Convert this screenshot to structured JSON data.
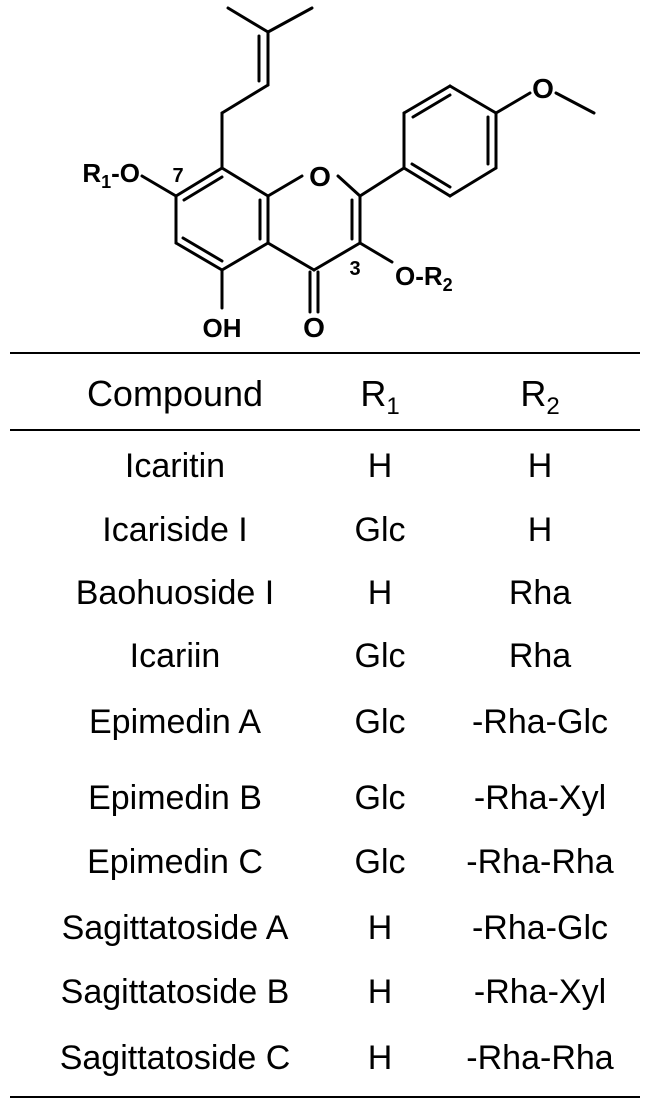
{
  "structure": {
    "atoms": {
      "ring_o": "O",
      "carbonyl_o": "O",
      "hydroxyl": "OH",
      "methoxy_o": "O",
      "r1_label": "R",
      "r1_sub": "1",
      "r1_o": "-O",
      "r2_o": "O-",
      "r2_label": "R",
      "r2_sub": "2",
      "pos7": "7",
      "pos3": "3"
    }
  },
  "table": {
    "headers": {
      "compound": "Compound",
      "r1": "R",
      "r1_sub": "1",
      "r2": "R",
      "r2_sub": "2"
    },
    "rows": [
      {
        "compound": "Icaritin",
        "r1": "H",
        "r2": "H"
      },
      {
        "compound": "Icariside I",
        "r1": "Glc",
        "r2": "H"
      },
      {
        "compound": "Baohuoside I",
        "r1": "H",
        "r2": "Rha"
      },
      {
        "compound": "Icariin",
        "r1": "Glc",
        "r2": "Rha"
      },
      {
        "compound": "Epimedin A",
        "r1": "Glc",
        "r2": "-Rha-Glc"
      },
      {
        "compound": "Epimedin B",
        "r1": "Glc",
        "r2": "-Rha-Xyl"
      },
      {
        "compound": "Epimedin C",
        "r1": "Glc",
        "r2": "-Rha-Rha"
      },
      {
        "compound": "Sagittatoside A",
        "r1": "H",
        "r2": "-Rha-Glc"
      },
      {
        "compound": "Sagittatoside B",
        "r1": "H",
        "r2": "-Rha-Xyl"
      },
      {
        "compound": "Sagittatoside C",
        "r1": "H",
        "r2": "-Rha-Rha"
      }
    ]
  }
}
